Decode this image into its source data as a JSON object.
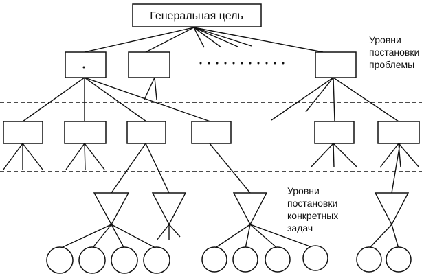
{
  "diagram": {
    "root_label": "Генеральная цель",
    "side_labels": {
      "problem_levels": [
        "Уровни",
        "постановки",
        "проблемы"
      ],
      "task_levels": [
        "Уровни",
        "постановки",
        "конкретных",
        "задач"
      ]
    }
  },
  "colors": {
    "ink": "#111111",
    "background": "#ffffff"
  }
}
